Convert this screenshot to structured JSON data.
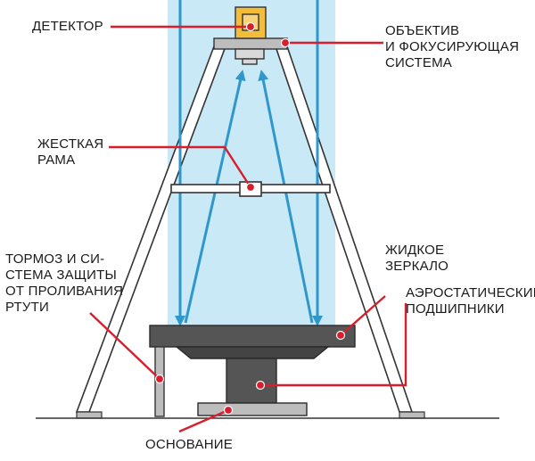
{
  "labels": {
    "detector": [
      "ДЕТЕКТОР"
    ],
    "objective": [
      "ОБЪЕКТИВ",
      "И ФОКУСИРУЮЩАЯ",
      "СИСТЕМА"
    ],
    "frame": [
      "ЖЕСТКАЯ",
      "РАМА"
    ],
    "brake": [
      "ТОРМОЗ И СИ-",
      "СТЕМА ЗАЩИТЫ",
      "ОТ ПРОЛИВАНИЯ",
      "РТУТИ"
    ],
    "mirror": [
      "ЖИДКОЕ",
      "ЗЕРКАЛО"
    ],
    "bearings": [
      "АЭРОСТАТИЧЕСКИЕ",
      "ПОДШИПНИКИ"
    ],
    "base": [
      "ОСНОВАНИЕ"
    ]
  },
  "colors": {
    "beam": "#c9e9f6",
    "beam_line": "#3b9fd0",
    "arrow": "#2f97cc",
    "pointer": "#d81e2c",
    "structure": "#555555",
    "structure_light": "#bdbdbd",
    "detector": "#f3bd3c",
    "ink": "#1a1a1a"
  }
}
